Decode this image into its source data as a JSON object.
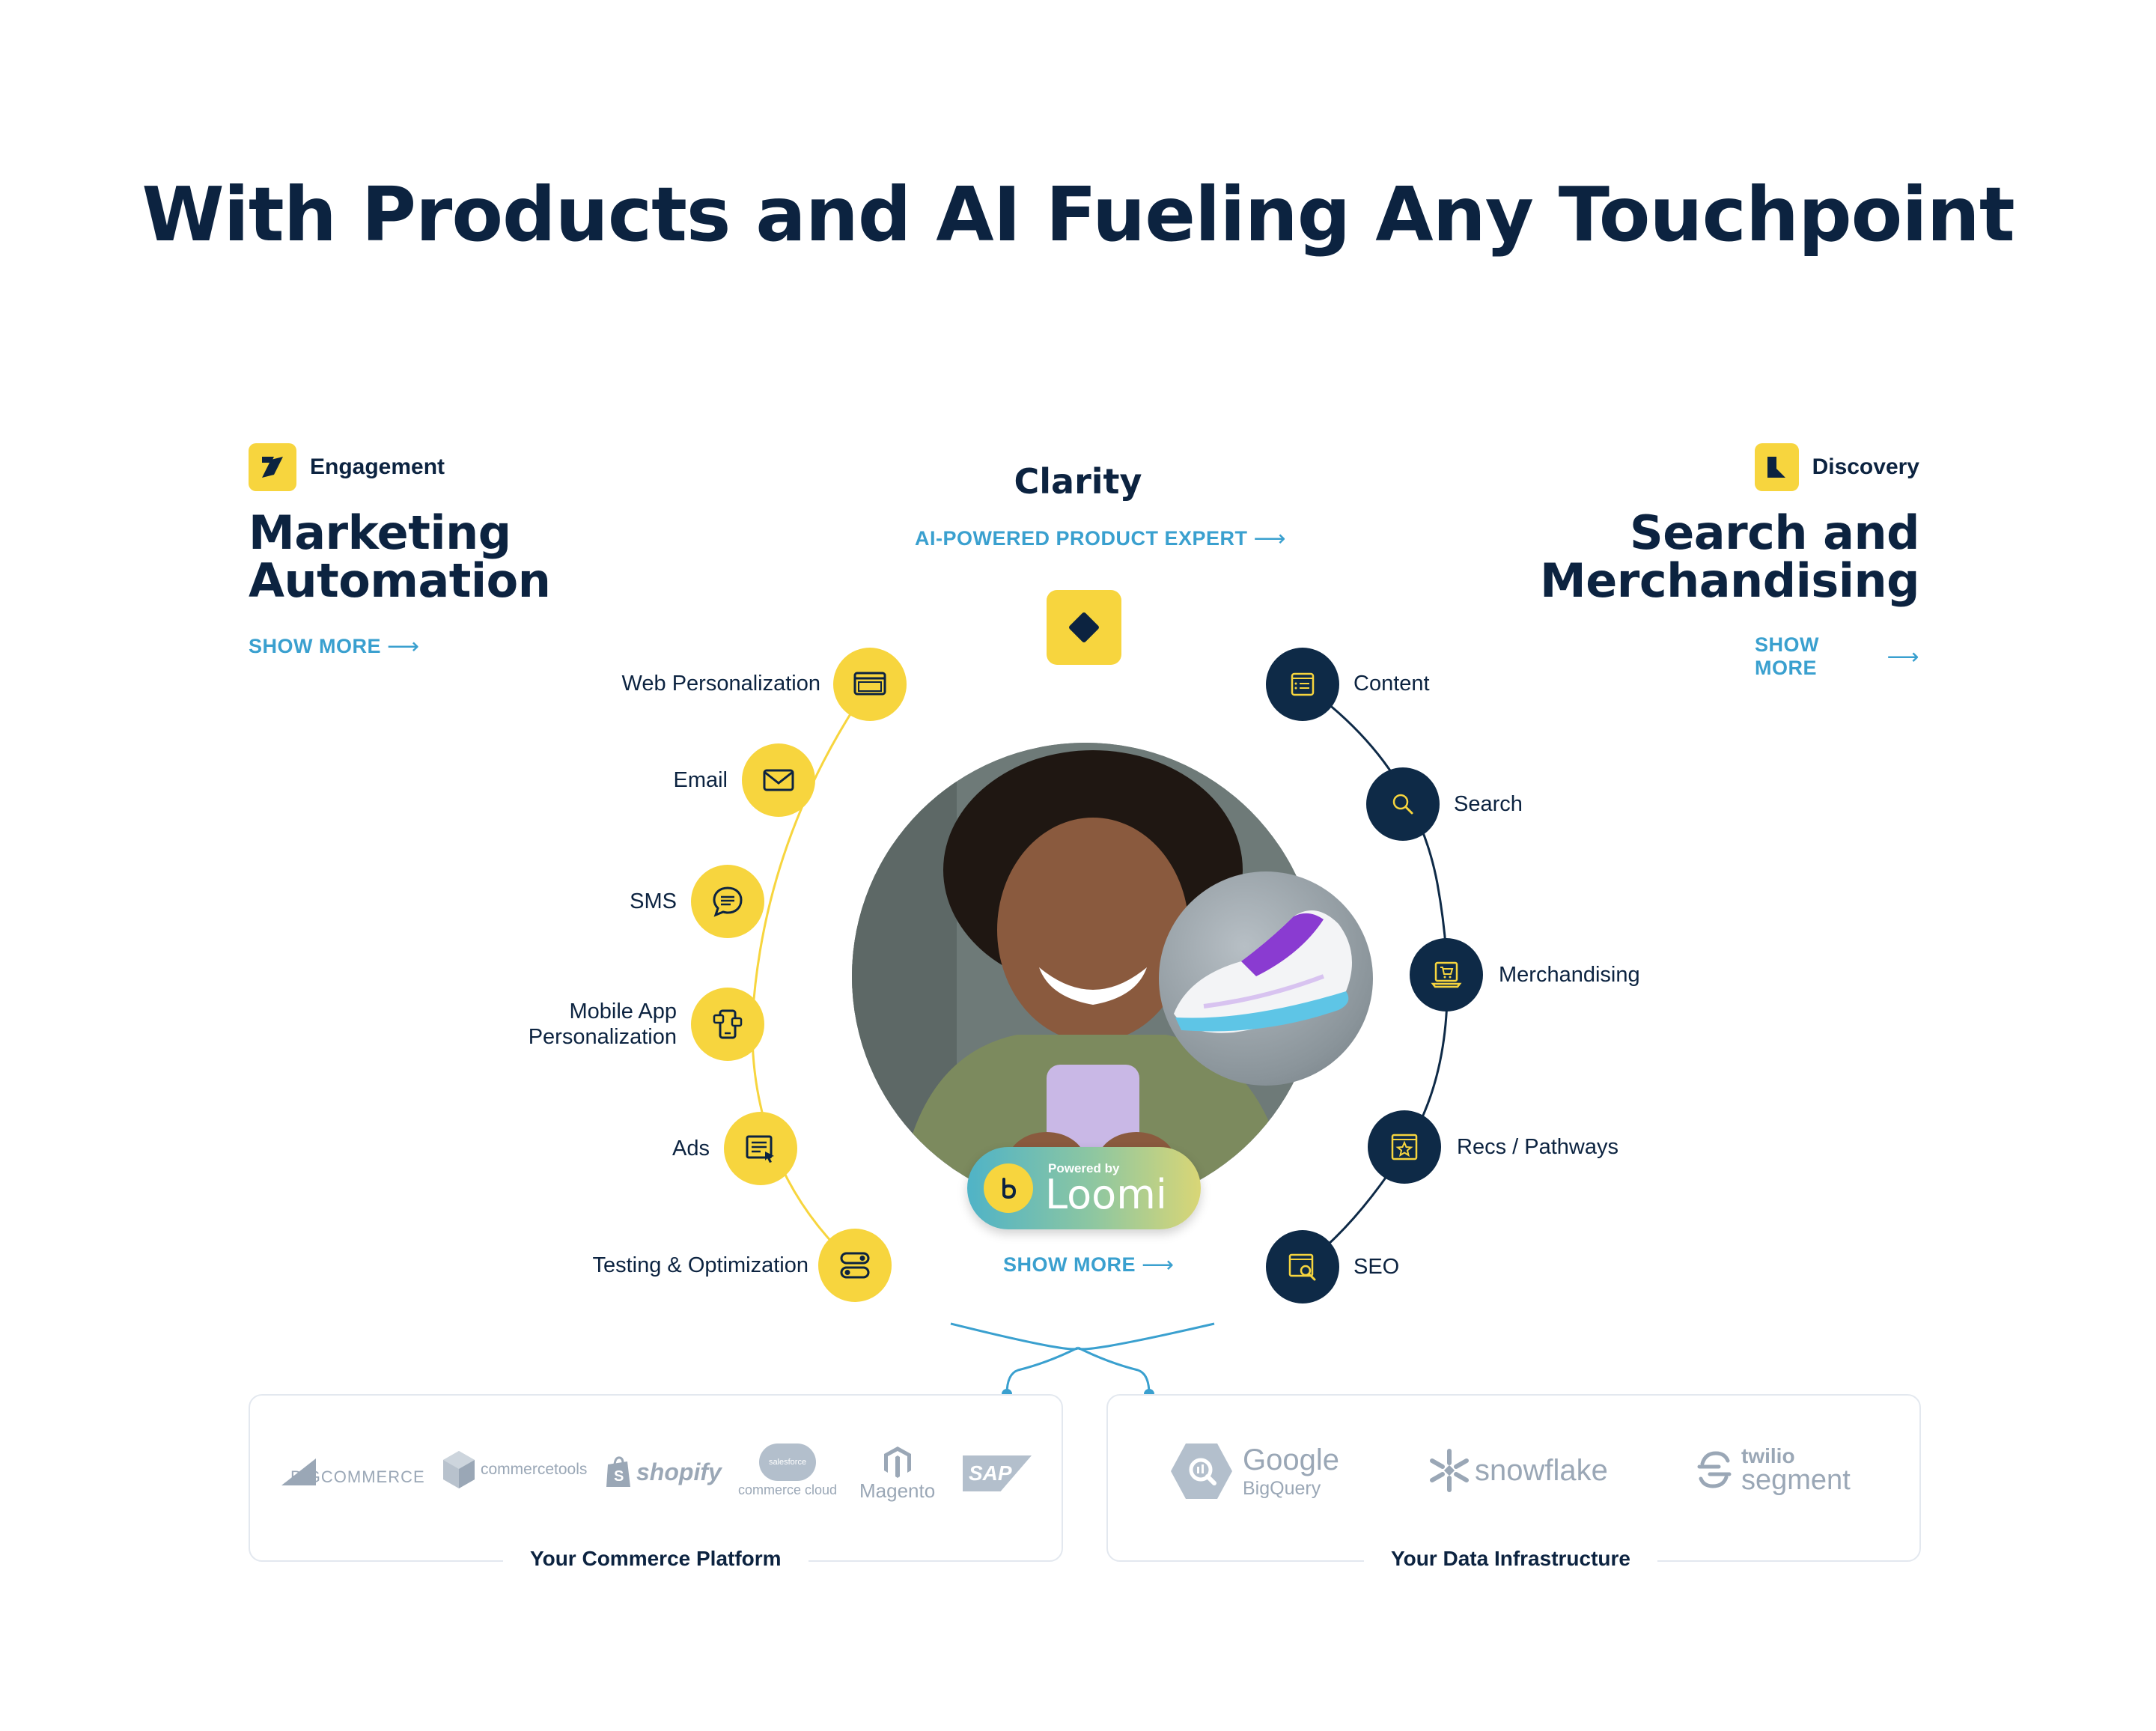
{
  "title": "With Products and AI Fueling Any Touchpoint",
  "engagement": {
    "badge": "Engagement",
    "heading": [
      "Marketing",
      "Automation"
    ],
    "link": "SHOW MORE"
  },
  "clarity": {
    "title": "Clarity",
    "link": "AI-POWERED PRODUCT EXPERT"
  },
  "discovery": {
    "badge": "Discovery",
    "heading": [
      "Search and",
      "Merchandising"
    ],
    "link": "SHOW MORE"
  },
  "left_nodes": [
    {
      "label": "Web Personalization",
      "icon": "browser-window-icon"
    },
    {
      "label": "Email",
      "icon": "envelope-icon"
    },
    {
      "label": "SMS",
      "icon": "chat-bubble-icon"
    },
    {
      "label": [
        "Mobile App",
        "Personalization"
      ],
      "icon": "mobile-app-icon"
    },
    {
      "label": "Ads",
      "icon": "ad-cursor-icon"
    },
    {
      "label": "Testing & Optimization",
      "icon": "toggle-stack-icon"
    }
  ],
  "right_nodes": [
    {
      "label": "Content",
      "icon": "content-list-icon"
    },
    {
      "label": "Search",
      "icon": "magnifier-icon"
    },
    {
      "label": "Merchandising",
      "icon": "cart-laptop-icon"
    },
    {
      "label": "Recs / Pathways",
      "icon": "star-window-icon"
    },
    {
      "label": "SEO",
      "icon": "seo-search-icon"
    }
  ],
  "loomi": {
    "powered_by": "Powered by",
    "name": "Loomi"
  },
  "center_link": "SHOW MORE",
  "commerce": {
    "caption": "Your Commerce Platform",
    "logos": [
      "BIGCOMMERCE",
      "commercetools",
      "shopify",
      "salesforce",
      "commerce cloud",
      "Magento",
      "SAP"
    ]
  },
  "data_infra": {
    "caption": "Your Data Infrastructure",
    "logos": [
      "Google",
      "BigQuery",
      "snowflake",
      "twilio",
      "segment"
    ]
  },
  "colors": {
    "navy": "#0c2340",
    "yellow": "#f7d53e",
    "link": "#3aa0cf",
    "logo_gray": "#9aa7b6"
  }
}
